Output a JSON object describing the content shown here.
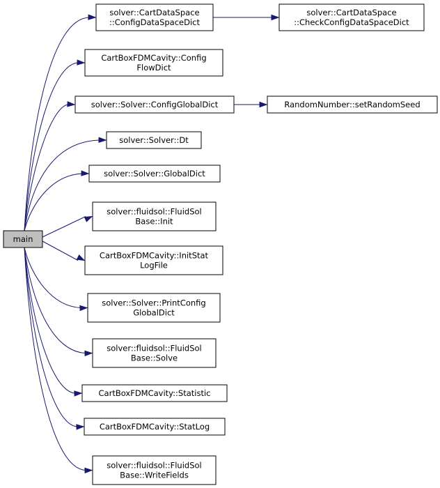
{
  "graph": {
    "root": {
      "id": "main",
      "label": [
        "main"
      ]
    },
    "nodes": [
      {
        "id": "cds_config",
        "label": [
          "solver::CartDataSpace",
          "::ConfigDataSpaceDict"
        ]
      },
      {
        "id": "cds_check",
        "label": [
          "solver::CartDataSpace",
          "::CheckConfigDataSpaceDict"
        ]
      },
      {
        "id": "cfdm_flow",
        "label": [
          "CartBoxFDMCavity::Config",
          "FlowDict"
        ]
      },
      {
        "id": "sol_cgd",
        "label": [
          "solver::Solver::ConfigGlobalDict"
        ]
      },
      {
        "id": "rand_seed",
        "label": [
          "RandomNumber::setRandomSeed"
        ]
      },
      {
        "id": "sol_dt",
        "label": [
          "solver::Solver::Dt"
        ]
      },
      {
        "id": "sol_gd",
        "label": [
          "solver::Solver::GlobalDict"
        ]
      },
      {
        "id": "fsb_init",
        "label": [
          "solver::fluidsol::FluidSol",
          "Base::Init"
        ]
      },
      {
        "id": "cfdm_initstat",
        "label": [
          "CartBoxFDMCavity::InitStat",
          "LogFile"
        ]
      },
      {
        "id": "sol_pcgd",
        "label": [
          "solver::Solver::PrintConfig",
          "GlobalDict"
        ]
      },
      {
        "id": "fsb_solve",
        "label": [
          "solver::fluidsol::FluidSol",
          "Base::Solve"
        ]
      },
      {
        "id": "cfdm_stat",
        "label": [
          "CartBoxFDMCavity::Statistic"
        ]
      },
      {
        "id": "cfdm_statlog",
        "label": [
          "CartBoxFDMCavity::StatLog"
        ]
      },
      {
        "id": "fsb_write",
        "label": [
          "solver::fluidsol::FluidSol",
          "Base::WriteFields"
        ]
      }
    ],
    "edges": [
      {
        "from": "main",
        "to": "cds_config"
      },
      {
        "from": "cds_config",
        "to": "cds_check"
      },
      {
        "from": "main",
        "to": "cfdm_flow"
      },
      {
        "from": "main",
        "to": "sol_cgd"
      },
      {
        "from": "sol_cgd",
        "to": "rand_seed"
      },
      {
        "from": "main",
        "to": "sol_dt"
      },
      {
        "from": "main",
        "to": "sol_gd"
      },
      {
        "from": "main",
        "to": "fsb_init"
      },
      {
        "from": "main",
        "to": "cfdm_initstat"
      },
      {
        "from": "main",
        "to": "sol_pcgd"
      },
      {
        "from": "main",
        "to": "fsb_solve"
      },
      {
        "from": "main",
        "to": "cfdm_stat"
      },
      {
        "from": "main",
        "to": "cfdm_statlog"
      },
      {
        "from": "main",
        "to": "fsb_write"
      }
    ],
    "colors": {
      "edge": "#191970",
      "root_fill": "#bfbfbf",
      "node_fill": "#ffffff",
      "border": "#000000"
    }
  }
}
